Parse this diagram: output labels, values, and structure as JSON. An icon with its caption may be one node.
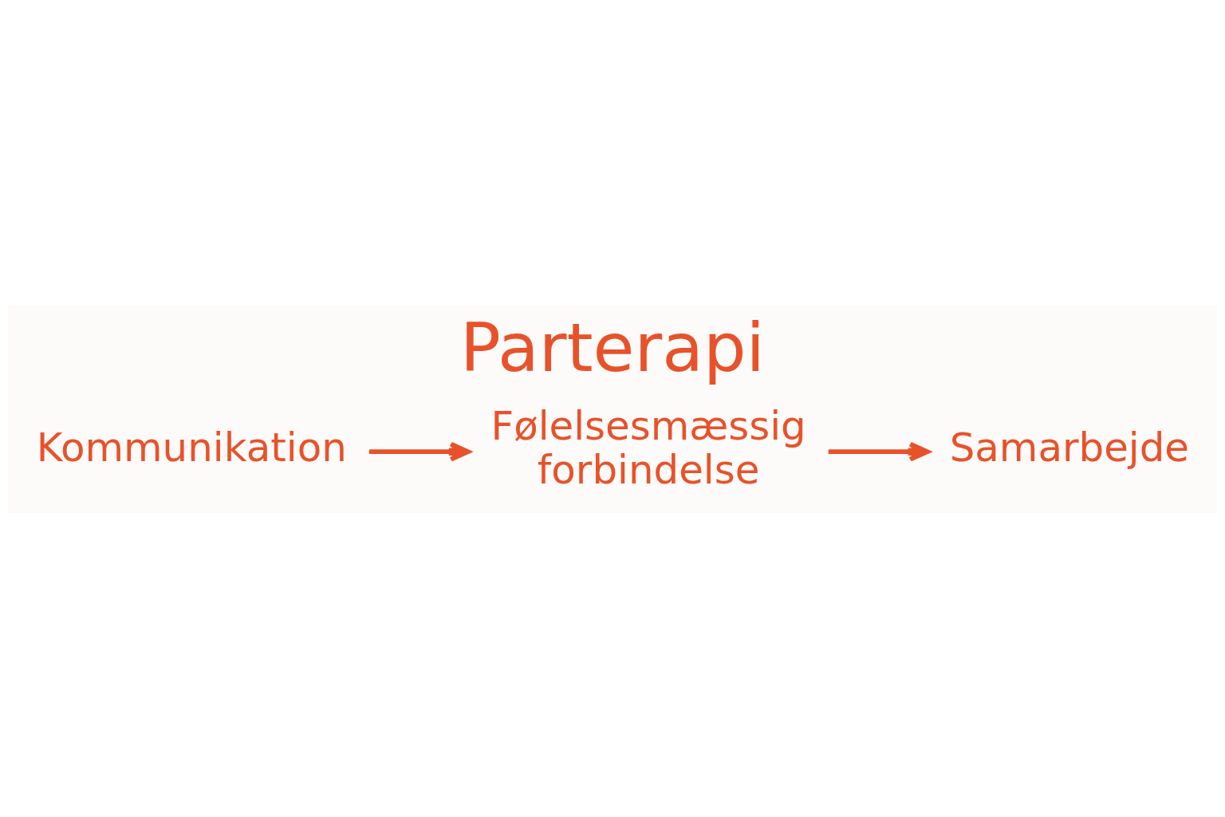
{
  "diagram": {
    "title": "Parterapi",
    "nodes": [
      {
        "text": [
          "Kommunikation"
        ]
      },
      {
        "text": [
          "Følelsesmæssig forbindelse"
        ]
      },
      {
        "text": [
          "Samarbejde"
        ]
      }
    ],
    "edges": [
      {
        "from": 0,
        "to": 1,
        "arrow": "to"
      },
      {
        "from": 1,
        "to": 2,
        "arrow": "to"
      }
    ]
  }
}
